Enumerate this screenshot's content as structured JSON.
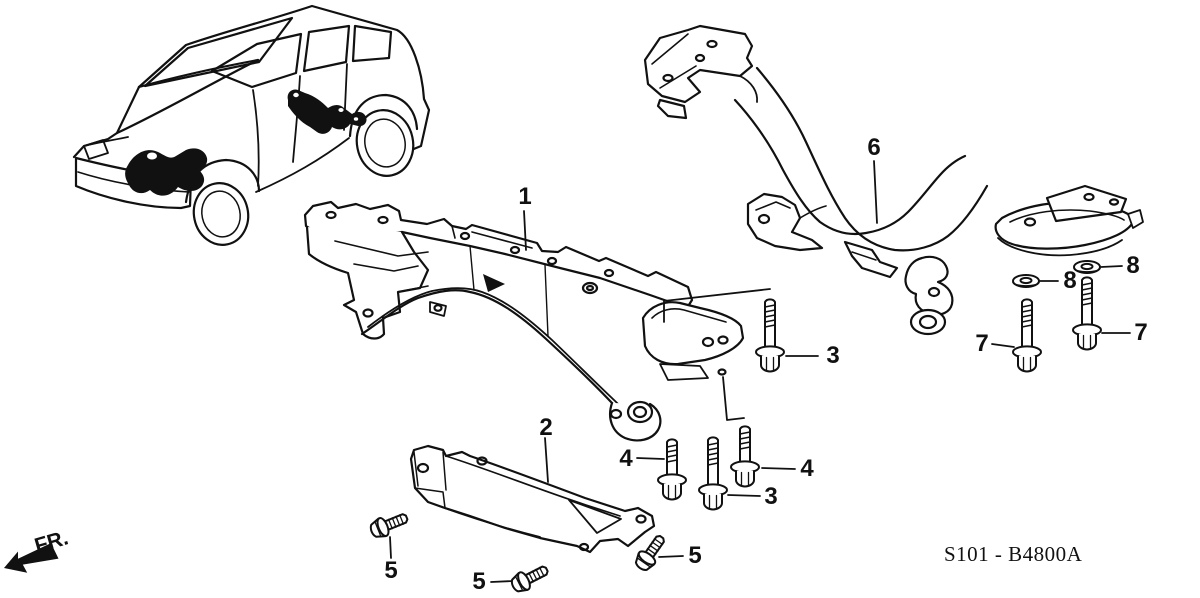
{
  "diagram": {
    "code": "S101 - B4800A",
    "front_direction_label": "FR."
  },
  "callouts": [
    "1",
    "2",
    "3",
    "3",
    "4",
    "4",
    "5",
    "5",
    "5",
    "6",
    "7",
    "7",
    "8",
    "8"
  ]
}
